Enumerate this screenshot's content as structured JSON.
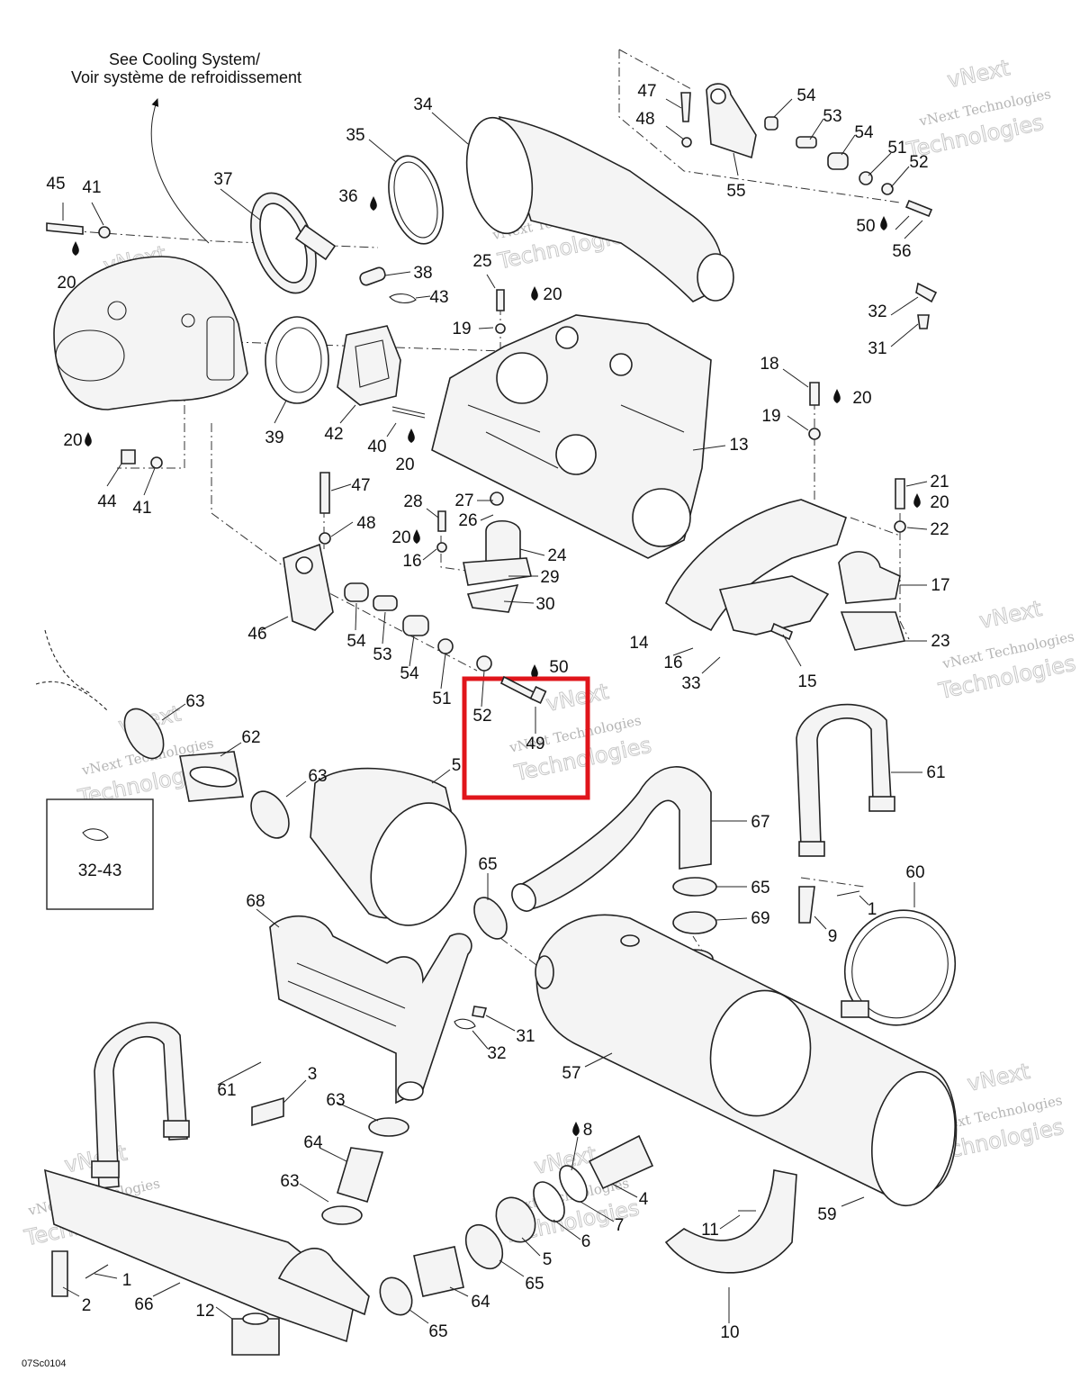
{
  "note": {
    "line1": "See Cooling System/",
    "line2": "Voir système de refroidissement"
  },
  "inset_label": "32-43",
  "drawing_code": "07Sc0104",
  "watermark": {
    "line1": "vNext",
    "line2": "vNext Technologies",
    "line3": "Technologies"
  },
  "highlight": {
    "color": "#e0151b",
    "part": "49"
  },
  "part_labels": [
    "45",
    "41",
    "20",
    "37",
    "35",
    "34",
    "36",
    "38",
    "43",
    "39",
    "42",
    "40",
    "20",
    "44",
    "41",
    "20",
    "47",
    "48",
    "54",
    "55",
    "53",
    "54",
    "51",
    "52",
    "50",
    "56",
    "25",
    "20",
    "19",
    "13",
    "32",
    "31",
    "18",
    "20",
    "19",
    "47",
    "48",
    "28",
    "27",
    "26",
    "20",
    "16",
    "24",
    "29",
    "30",
    "21",
    "20",
    "22",
    "17",
    "23",
    "46",
    "54",
    "53",
    "54",
    "51",
    "52",
    "50",
    "49",
    "14",
    "16",
    "33",
    "15",
    "63",
    "62",
    "63",
    "5",
    "32-43",
    "68",
    "65",
    "65",
    "69",
    "67",
    "61",
    "60",
    "1",
    "9",
    "31",
    "32",
    "57",
    "3",
    "61",
    "63",
    "64",
    "63",
    "8",
    "4",
    "7",
    "6",
    "5",
    "65",
    "64",
    "65",
    "1",
    "2",
    "66",
    "12",
    "11",
    "59",
    "10"
  ],
  "drop_icon": "oil-drop-icon"
}
